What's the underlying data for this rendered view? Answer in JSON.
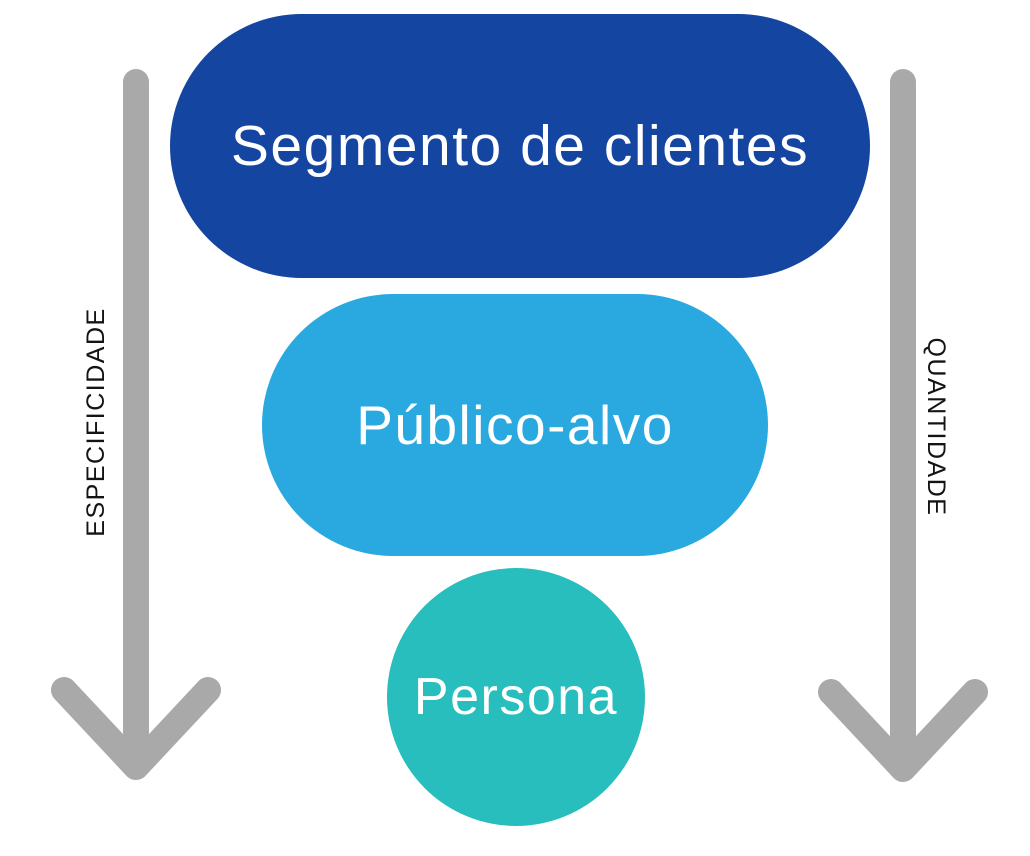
{
  "diagram": {
    "levels": [
      {
        "label": "Segmento de clientes",
        "shape": "pill",
        "color": "#1445A0"
      },
      {
        "label": "Público-alvo",
        "shape": "pill",
        "color": "#29A9E0"
      },
      {
        "label": "Persona",
        "shape": "circle",
        "color": "#27BEBD"
      }
    ],
    "axes": {
      "left": {
        "label": "ESPECIFICIDADE",
        "direction": "down"
      },
      "right": {
        "label": "QUANTIDADE",
        "direction": "down"
      }
    },
    "arrow_color": "#A9A9A9",
    "bubble_text_color": "#FFFFFF",
    "axis_text_color": "#141414",
    "background": "#FFFFFF"
  }
}
